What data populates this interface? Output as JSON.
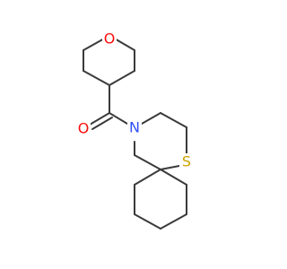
{
  "molecule": {
    "atoms": {
      "ring_oxygen": {
        "symbol": "O",
        "color": "#ff0d0d"
      },
      "carbonyl_oxygen": {
        "symbol": "O",
        "color": "#ff0d0d"
      },
      "amide_nitrogen": {
        "symbol": "N",
        "color": "#3050f8"
      },
      "thioether_sulfur": {
        "symbol": "S",
        "color": "#c9a400"
      }
    },
    "bond_color": "#3a3a3a"
  }
}
